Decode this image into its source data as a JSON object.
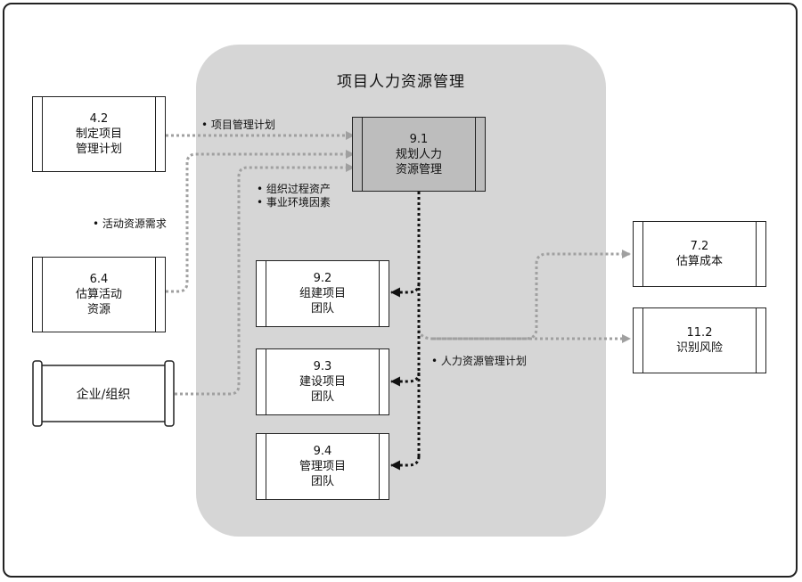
{
  "title": "项目人力资源管理",
  "processes": {
    "p41": {
      "num": "4.2",
      "line1": "制定项目",
      "line2": "管理计划"
    },
    "p64": {
      "num": "6.4",
      "line1": "估算活动",
      "line2": "资源"
    },
    "p91": {
      "num": "9.1",
      "line1": "规划人力",
      "line2": "资源管理"
    },
    "p92": {
      "num": "9.2",
      "line1": "组建项目",
      "line2": "团队"
    },
    "p93": {
      "num": "9.3",
      "line1": "建设项目",
      "line2": "团队"
    },
    "p94": {
      "num": "9.4",
      "line1": "管理项目",
      "line2": "团队"
    },
    "p72": {
      "num": "7.2",
      "line1": "估算成本"
    },
    "p112": {
      "num": "11.2",
      "line1": "识别风险"
    }
  },
  "enterprise": "企业/组织",
  "notes": {
    "pm_plan": "• 项目管理计划",
    "activity_resources": "• 活动资源需求",
    "org_assets": "• 组织过程资产",
    "env_factors": "• 事业环境因素",
    "hr_plan": "• 人力资源管理计划"
  },
  "colors": {
    "panel": "#d6d6d6",
    "shaded_box": "#bdbdbd",
    "input_arrow": "#a0a0a0",
    "output_arrow": "#111111"
  }
}
